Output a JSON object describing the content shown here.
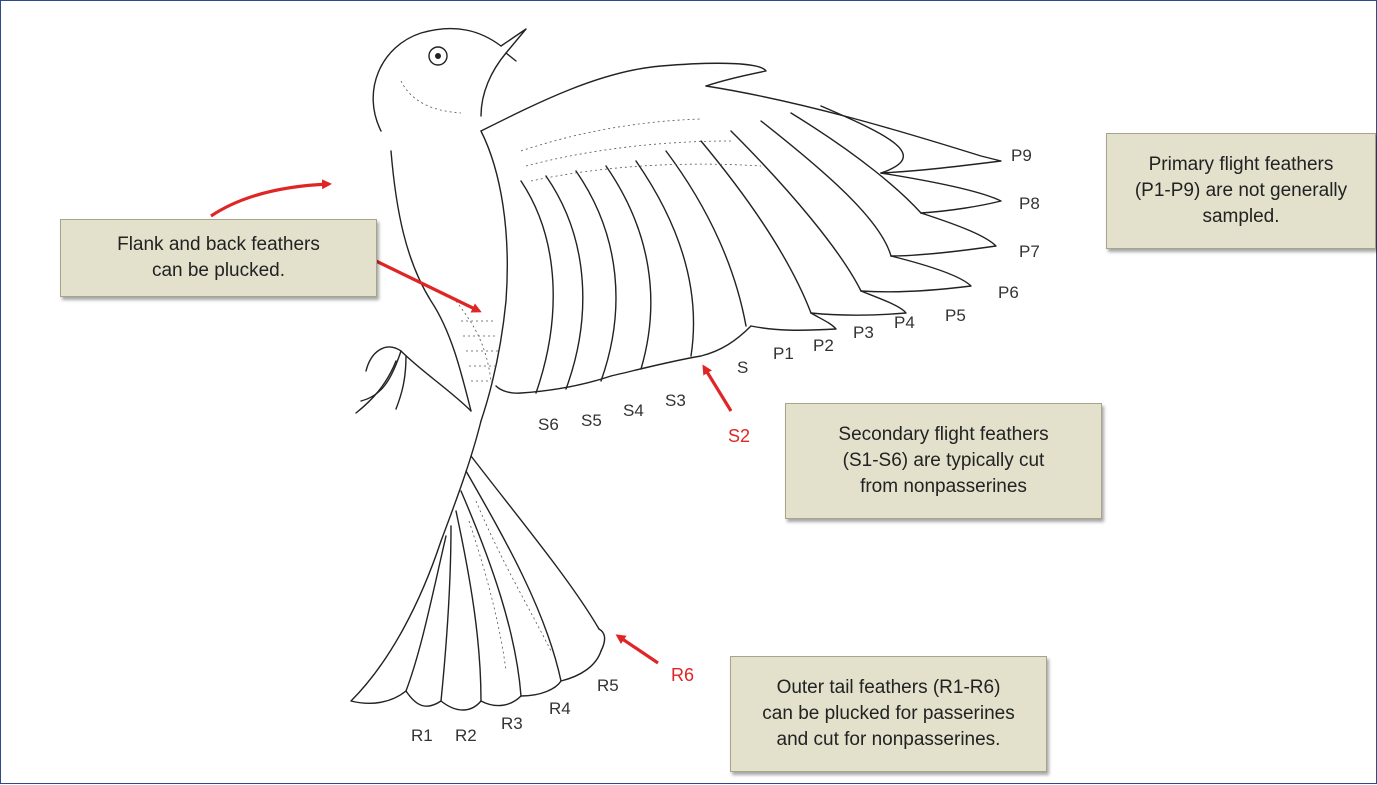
{
  "callouts": {
    "flank": [
      "Flank and back feathers",
      "can be plucked."
    ],
    "primary": [
      "Primary flight feathers",
      "(P1-P9) are not generally",
      "sampled."
    ],
    "secondary": [
      "Secondary flight feathers",
      "(S1-S6) are typically cut",
      "from nonpasserines"
    ],
    "tail": [
      "Outer tail feathers (R1-R6)",
      "can be plucked for passerines",
      "and cut for nonpasserines."
    ]
  },
  "labels": {
    "primary": {
      "P9": "P9",
      "P8": "P8",
      "P7": "P7",
      "P6": "P6",
      "P5": "P5",
      "P4": "P4",
      "P3": "P3",
      "P2": "P2",
      "P1": "P1"
    },
    "secondary": {
      "S": "S",
      "S3": "S3",
      "S4": "S4",
      "S5": "S5",
      "S6": "S6",
      "S2": "S2"
    },
    "tail": {
      "R1": "R1",
      "R2": "R2",
      "R3": "R3",
      "R4": "R4",
      "R5": "R5",
      "R6": "R6"
    }
  },
  "colors": {
    "arrow": "#e02525",
    "callout_bg": "#e3e1cc",
    "frame": "#2f4a8a"
  }
}
